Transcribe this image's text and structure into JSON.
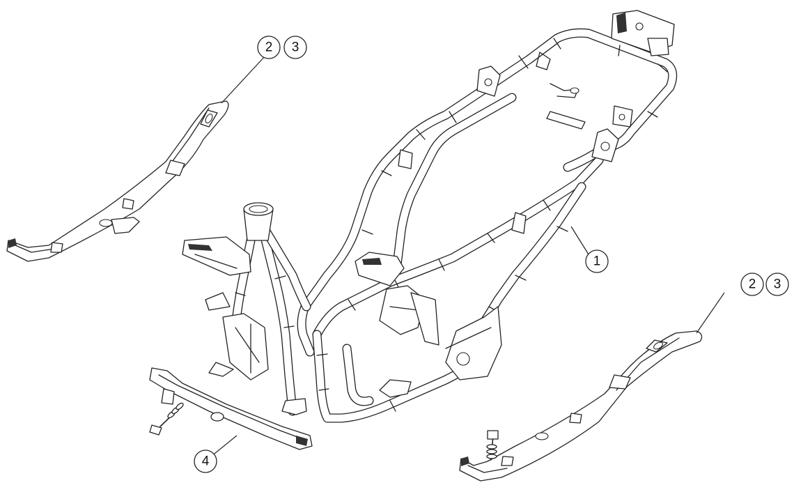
{
  "callouts": {
    "frame": "1",
    "footrest_left_a": "2",
    "footrest_left_b": "3",
    "footrest_right_a": "2",
    "footrest_right_b": "3",
    "stand_bar": "4"
  },
  "colors": {
    "line": "#222222",
    "background": "#ffffff"
  }
}
